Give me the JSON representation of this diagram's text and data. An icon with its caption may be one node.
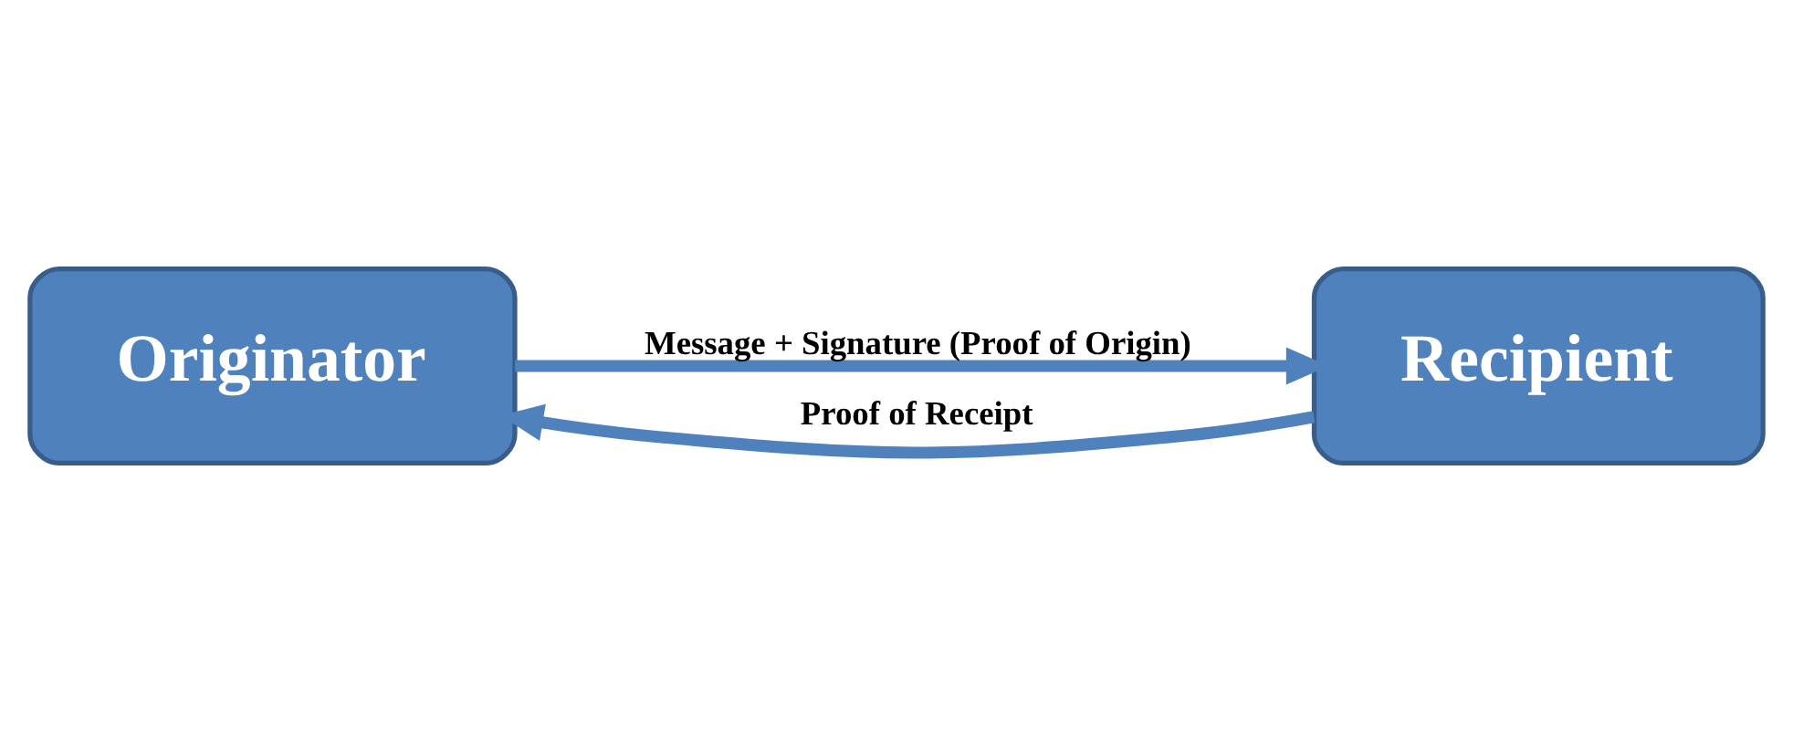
{
  "diagram": {
    "nodes": [
      {
        "text": [
          "Originator"
        ]
      },
      {
        "text": [
          "Recipient"
        ]
      }
    ],
    "edges": [
      {
        "from": 0,
        "to": 1,
        "arrow": "to",
        "label": "Message + Signature (Proof of Origin)"
      },
      {
        "from": 1,
        "to": 0,
        "arrow": "to",
        "label": "Proof of Receipt"
      }
    ]
  }
}
